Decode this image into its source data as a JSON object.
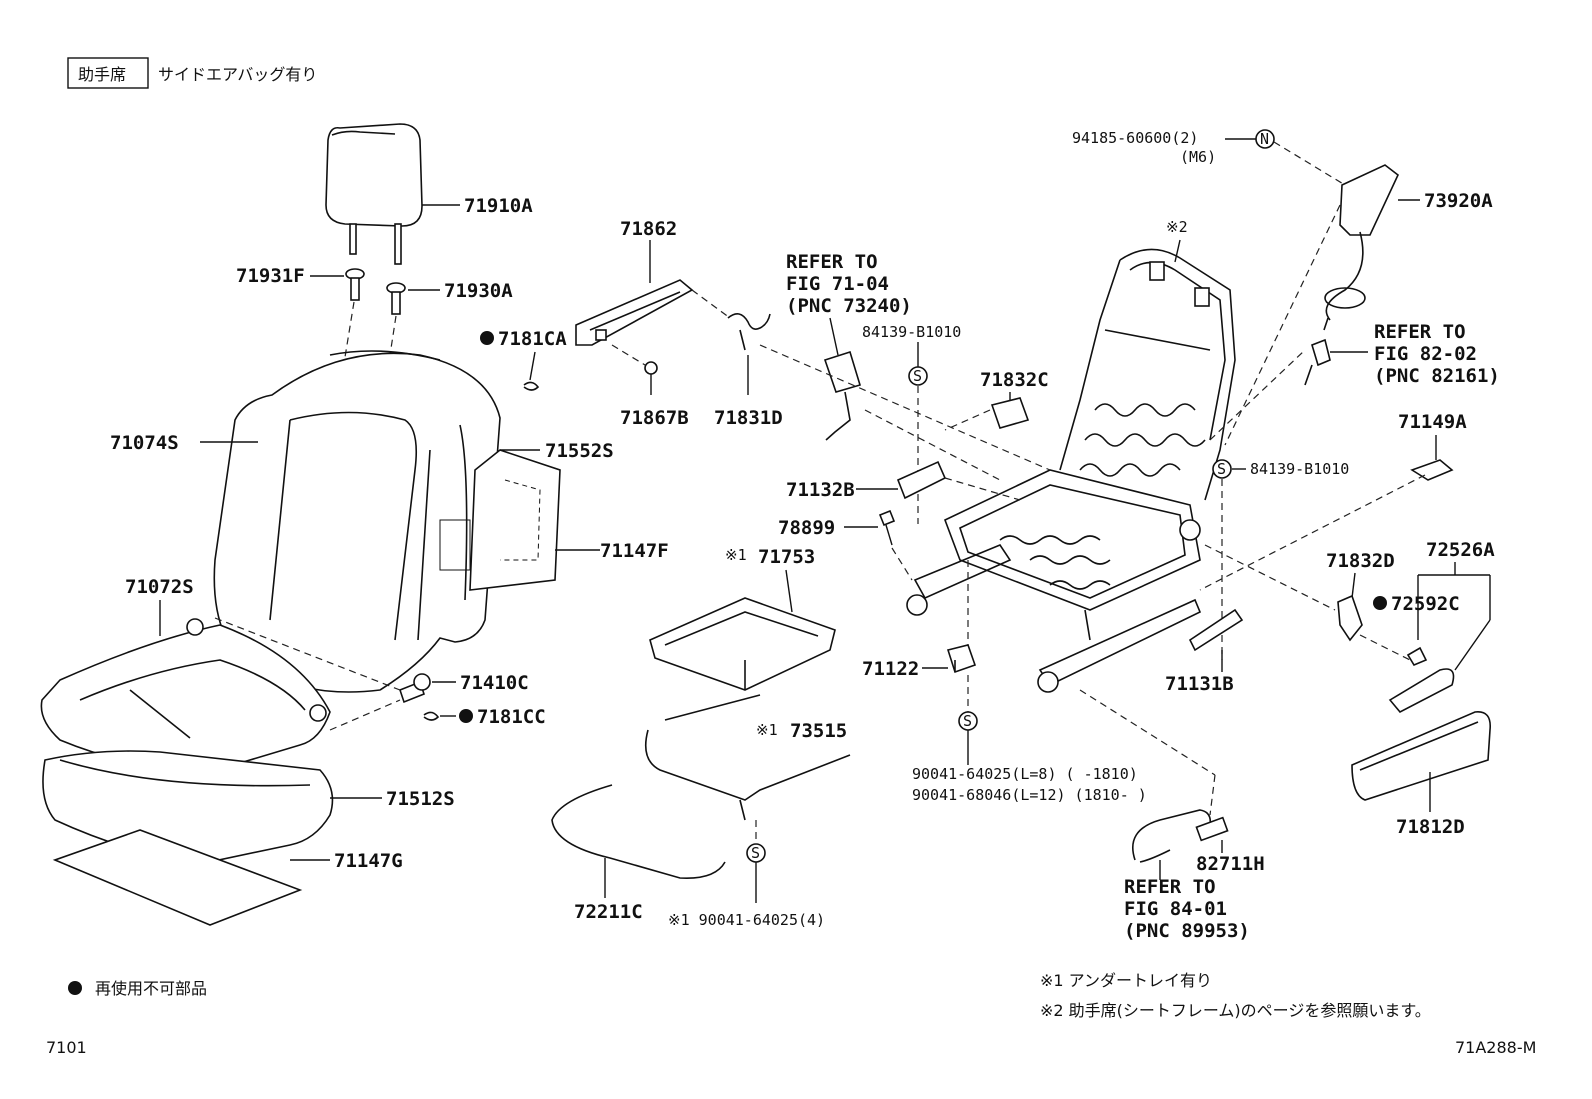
{
  "header": {
    "boxed_label": "助手席",
    "title": "サイドエアバッグ有り"
  },
  "labels": {
    "p71910A": "71910A",
    "p71931F": "71931F",
    "p71930A": "71930A",
    "p7181CA": "7181CA",
    "p71074S": "71074S",
    "p71552S": "71552S",
    "p71147F": "71147F",
    "p71072S": "71072S",
    "p71410C": "71410C",
    "p7181CC": "7181CC",
    "p71512S": "71512S",
    "p71147G": "71147G",
    "p71862": "71862",
    "p71867B": "71867B",
    "p71831D": "71831D",
    "refer1_l1": "REFER TO",
    "refer1_l2": "FIG 71-04",
    "refer1_l3": "(PNC 73240)",
    "p84139_top": "84139-B1010",
    "p71832C": "71832C",
    "p71132B": "71132B",
    "p78899": "78899",
    "p71753_mark": "※1",
    "p71753": "71753",
    "p73515_mark": "※1",
    "p73515": "73515",
    "p72211C": "72211C",
    "p90041_bottom": "※1 90041-64025(4)",
    "p71122": "71122",
    "p90041_a": "90041-64025(L=8) (      -1810)",
    "p90041_b": "90041-68046(L=12) (1810-      )",
    "p94185": "94185-60600(2)",
    "p94185_sub": "(M6)",
    "n_marker": "N",
    "s_marker": "S",
    "p73920A": "73920A",
    "note2_mark": "※2",
    "refer2_l1": "REFER TO",
    "refer2_l2": "FIG 82-02",
    "refer2_l3": "(PNC 82161)",
    "p71149A": "71149A",
    "p84139_right": "84139-B1010",
    "p71832D": "71832D",
    "p72526A": "72526A",
    "p72592C": "72592C",
    "p71131B": "71131B",
    "p71812D": "71812D",
    "p82711H": "82711H",
    "refer3_l1": "REFER TO",
    "refer3_l2": "FIG 84-01",
    "refer3_l3": "(PNC 89953)"
  },
  "legend": {
    "bullet_note": "再使用不可部品"
  },
  "notes": {
    "n1": "※1 アンダートレイ有り",
    "n2": "※2 助手席(シートフレーム)のページを参照願います。"
  },
  "footer": {
    "page_code": "7101",
    "figure_code": "71A288-M"
  }
}
